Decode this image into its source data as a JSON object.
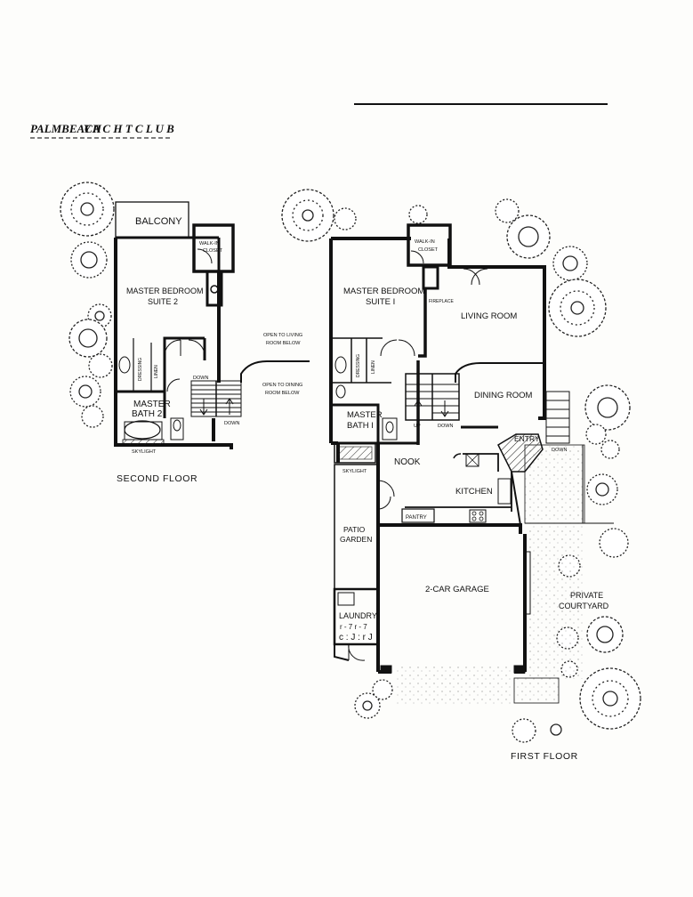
{
  "header": {
    "title_prefix": "PALMBEACH",
    "title_suffix": "Y A C H T C L U B"
  },
  "second_floor": {
    "caption": "SECOND FLOOR",
    "rooms": {
      "balcony": "BALCONY",
      "walk_in_closet_1": "WALK-IN",
      "walk_in_closet_2": "CLOSET",
      "master_bedroom_1": "MASTER BEDROOM",
      "master_bedroom_2": "SUITE 2",
      "dressing": "DRESSING",
      "linen": "LINEN",
      "down": "DOWN",
      "master_bath_1": "MASTER",
      "master_bath_2": "BATH 2",
      "skylight": "SKYLIGHT",
      "stair_down": "DOWN"
    },
    "notes": {
      "open_living_1": "OPEN TO LIVING",
      "open_living_2": "ROOM BELOW",
      "open_dining_1": "OPEN TO DINING",
      "open_dining_2": "ROOM BELOW"
    }
  },
  "first_floor": {
    "caption": "FIRST FLOOR",
    "rooms": {
      "walk_in_closet_1": "WALK-IN",
      "walk_in_closet_2": "CLOSET",
      "master_bedroom_1": "MASTER BEDROOM",
      "master_bedroom_2": "SUITE I",
      "fireplace": "FIREPLACE",
      "living_room": "LIVING ROOM",
      "dressing": "DRESSING",
      "linen": "LINEN",
      "dining_room": "DINING ROOM",
      "master_bath_1": "MASTER",
      "master_bath_2": "BATH I",
      "up": "UP",
      "down": "DOWN",
      "entry": "ENTRY",
      "entry_down": "DOWN",
      "skylight": "SKYLIGHT",
      "nook": "NOOK",
      "kitchen": "KITCHEN",
      "pantry": "PANTRY",
      "patio_1": "PATIO",
      "patio_2": "GARDEN",
      "garage": "2-CAR GARAGE",
      "laundry": "LAUNDRY",
      "laundry_marks_1": "r - 7 r - 7",
      "laundry_marks_2": "c : J : r J",
      "courtyard_1": "PRIVATE",
      "courtyard_2": "COURTYARD"
    }
  }
}
